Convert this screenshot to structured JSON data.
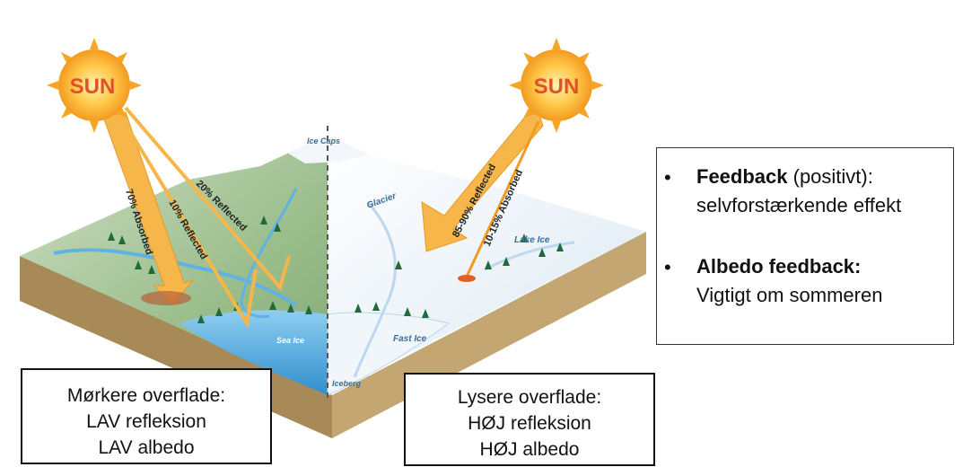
{
  "suns": {
    "left_label": "SUN",
    "right_label": "SUN"
  },
  "arrows": {
    "absorbed_left": "70% Absorbed",
    "reflected_10": "10% Reflected",
    "reflected_20": "20% Reflected",
    "reflected_85": "85-90% Reflected",
    "absorbed_right": "10-15% Absorbed"
  },
  "terrain_labels": {
    "ice_caps": "Ice Caps",
    "glacier": "Glacier",
    "lake_ice": "Lake Ice",
    "sea_ice": "Sea Ice",
    "fast_ice": "Fast Ice",
    "iceberg": "Iceberg"
  },
  "left_box": {
    "line1": "Mørkere overflade:",
    "line2": "LAV refleksion",
    "line3": "LAV albedo"
  },
  "right_box": {
    "line1": "Lysere overflade:",
    "line2": "HØJ refleksion",
    "line3": "HØJ albedo"
  },
  "info": {
    "item1_bold": "Feedback",
    "item1_rest": " (positivt):",
    "item1_line2": "selvforstærkende effekt",
    "item2_bold": "Albedo feedback:",
    "item2_line2": "Vigtigt om sommeren",
    "bullet": "•"
  },
  "colors": {
    "sun": "#f6a623",
    "arrow": "#f7b64a",
    "land": "#a9c79a",
    "ice": "#eef4fa",
    "water": "#4fa8de",
    "soil": "#b09060"
  }
}
